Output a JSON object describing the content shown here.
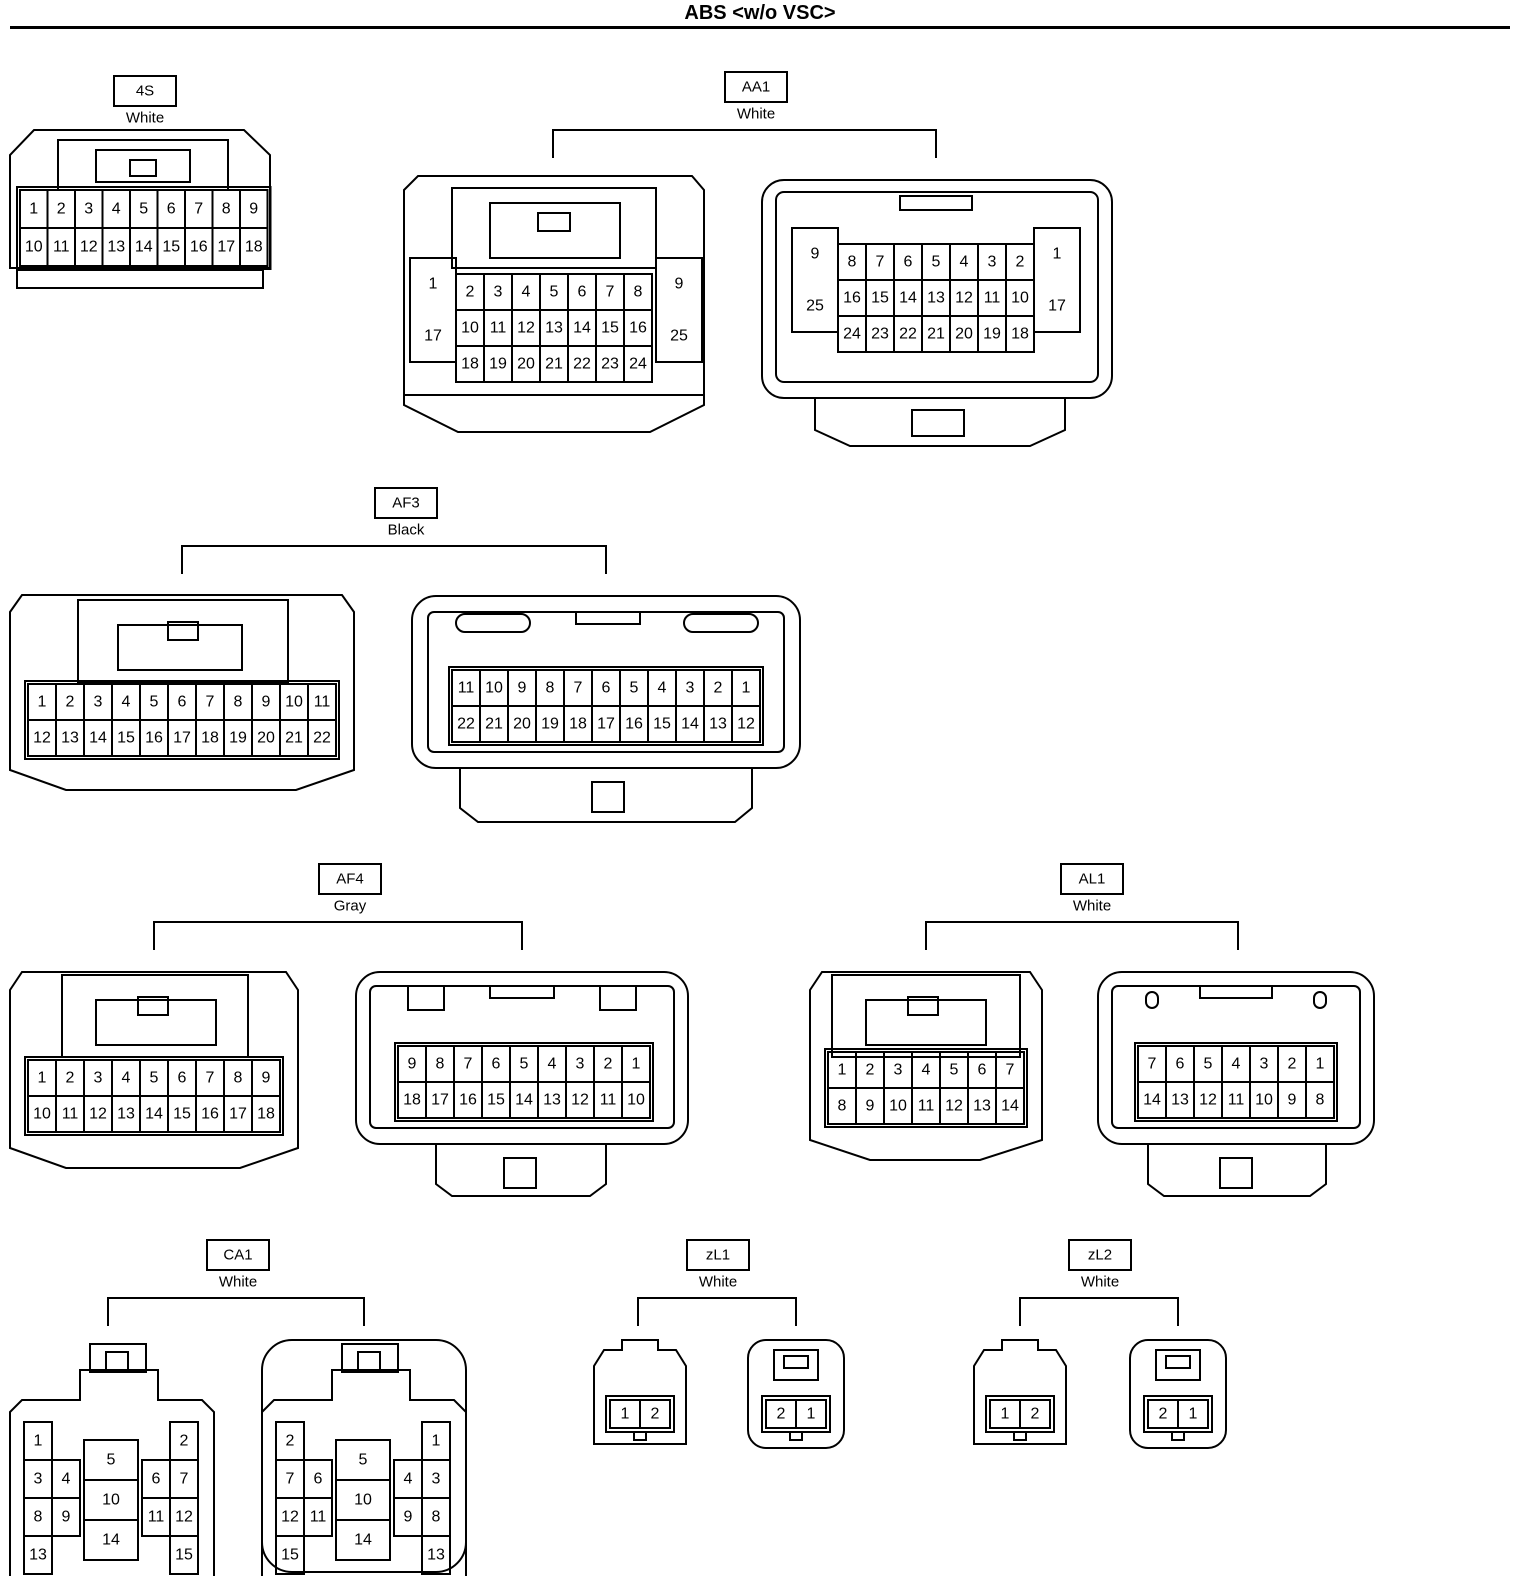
{
  "title": "ABS <w/o VSC>",
  "connectors": {
    "s4": {
      "code": "4S",
      "color": "White",
      "rows": [
        [
          "1",
          "2",
          "3",
          "4",
          "5",
          "6",
          "7",
          "8",
          "9"
        ],
        [
          "10",
          "11",
          "12",
          "13",
          "14",
          "15",
          "16",
          "17",
          "18"
        ]
      ]
    },
    "aa1": {
      "code": "AA1",
      "color": "White",
      "left": {
        "top": [
          "2",
          "3",
          "4",
          "5",
          "6",
          "7",
          "8"
        ],
        "mid": [
          "10",
          "11",
          "12",
          "13",
          "14",
          "15",
          "16"
        ],
        "bot": [
          "18",
          "19",
          "20",
          "21",
          "22",
          "23",
          "24"
        ],
        "side_left": [
          "1",
          "17"
        ],
        "side_right": [
          "9",
          "25"
        ]
      },
      "right": {
        "top": [
          "8",
          "7",
          "6",
          "5",
          "4",
          "3",
          "2"
        ],
        "mid": [
          "16",
          "15",
          "14",
          "13",
          "12",
          "11",
          "10"
        ],
        "bot": [
          "24",
          "23",
          "22",
          "21",
          "20",
          "19",
          "18"
        ],
        "side_left": [
          "9",
          "25"
        ],
        "side_right": [
          "1",
          "17"
        ]
      }
    },
    "af3": {
      "code": "AF3",
      "color": "Black",
      "left": [
        [
          "1",
          "2",
          "3",
          "4",
          "5",
          "6",
          "7",
          "8",
          "9",
          "10",
          "11"
        ],
        [
          "12",
          "13",
          "14",
          "15",
          "16",
          "17",
          "18",
          "19",
          "20",
          "21",
          "22"
        ]
      ],
      "right": [
        [
          "11",
          "10",
          "9",
          "8",
          "7",
          "6",
          "5",
          "4",
          "3",
          "2",
          "1"
        ],
        [
          "22",
          "21",
          "20",
          "19",
          "18",
          "17",
          "16",
          "15",
          "14",
          "13",
          "12"
        ]
      ]
    },
    "af4": {
      "code": "AF4",
      "color": "Gray",
      "left": [
        [
          "1",
          "2",
          "3",
          "4",
          "5",
          "6",
          "7",
          "8",
          "9"
        ],
        [
          "10",
          "11",
          "12",
          "13",
          "14",
          "15",
          "16",
          "17",
          "18"
        ]
      ],
      "right": [
        [
          "9",
          "8",
          "7",
          "6",
          "5",
          "4",
          "3",
          "2",
          "1"
        ],
        [
          "18",
          "17",
          "16",
          "15",
          "14",
          "13",
          "12",
          "11",
          "10"
        ]
      ]
    },
    "al1": {
      "code": "AL1",
      "color": "White",
      "left": [
        [
          "1",
          "2",
          "3",
          "4",
          "5",
          "6",
          "7"
        ],
        [
          "8",
          "9",
          "10",
          "11",
          "12",
          "13",
          "14"
        ]
      ],
      "right": [
        [
          "7",
          "6",
          "5",
          "4",
          "3",
          "2",
          "1"
        ],
        [
          "14",
          "13",
          "12",
          "11",
          "10",
          "9",
          "8"
        ]
      ]
    },
    "ca1": {
      "code": "CA1",
      "color": "White",
      "left": {
        "c1": [
          "1",
          "3",
          "8",
          "13"
        ],
        "c2": [
          "4",
          "9"
        ],
        "mid": [
          "5",
          "10",
          "14"
        ],
        "c3": [
          "6",
          "11"
        ],
        "c4": [
          "2",
          "7",
          "12",
          "15"
        ]
      },
      "right": {
        "c1": [
          "2",
          "7",
          "12",
          "15"
        ],
        "c2": [
          "6",
          "11"
        ],
        "mid": [
          "5",
          "10",
          "14"
        ],
        "c3": [
          "4",
          "9"
        ],
        "c4": [
          "1",
          "3",
          "8",
          "13"
        ]
      }
    },
    "zl1": {
      "code": "zL1",
      "color": "White",
      "left": [
        "1",
        "2"
      ],
      "right": [
        "2",
        "1"
      ]
    },
    "zl2": {
      "code": "zL2",
      "color": "White",
      "left": [
        "1",
        "2"
      ],
      "right": [
        "2",
        "1"
      ]
    }
  }
}
